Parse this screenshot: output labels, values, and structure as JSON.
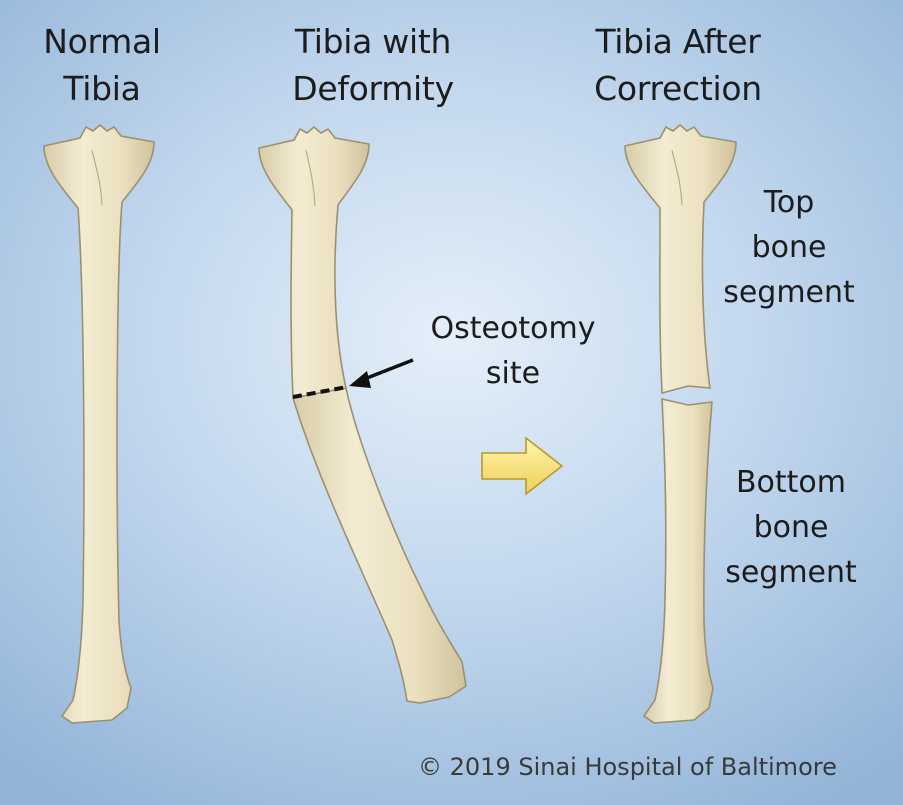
{
  "titles": {
    "normal": "Normal\nTibia",
    "deformity": "Tibia with\nDeformity",
    "corrected": "Tibia After\nCorrection"
  },
  "labels": {
    "osteotomy": "Osteotomy\nsite",
    "top_segment": "Top\nbone\nsegment",
    "bottom_segment": "Bottom\nbone\nsegment"
  },
  "copyright": "© 2019 Sinai Hospital of Baltimore",
  "colors": {
    "bone_fill": "#ece3c3",
    "bone_outline": "#9c9070",
    "arrow_fill": "#f6e48a",
    "text": "#1c1c1c"
  }
}
